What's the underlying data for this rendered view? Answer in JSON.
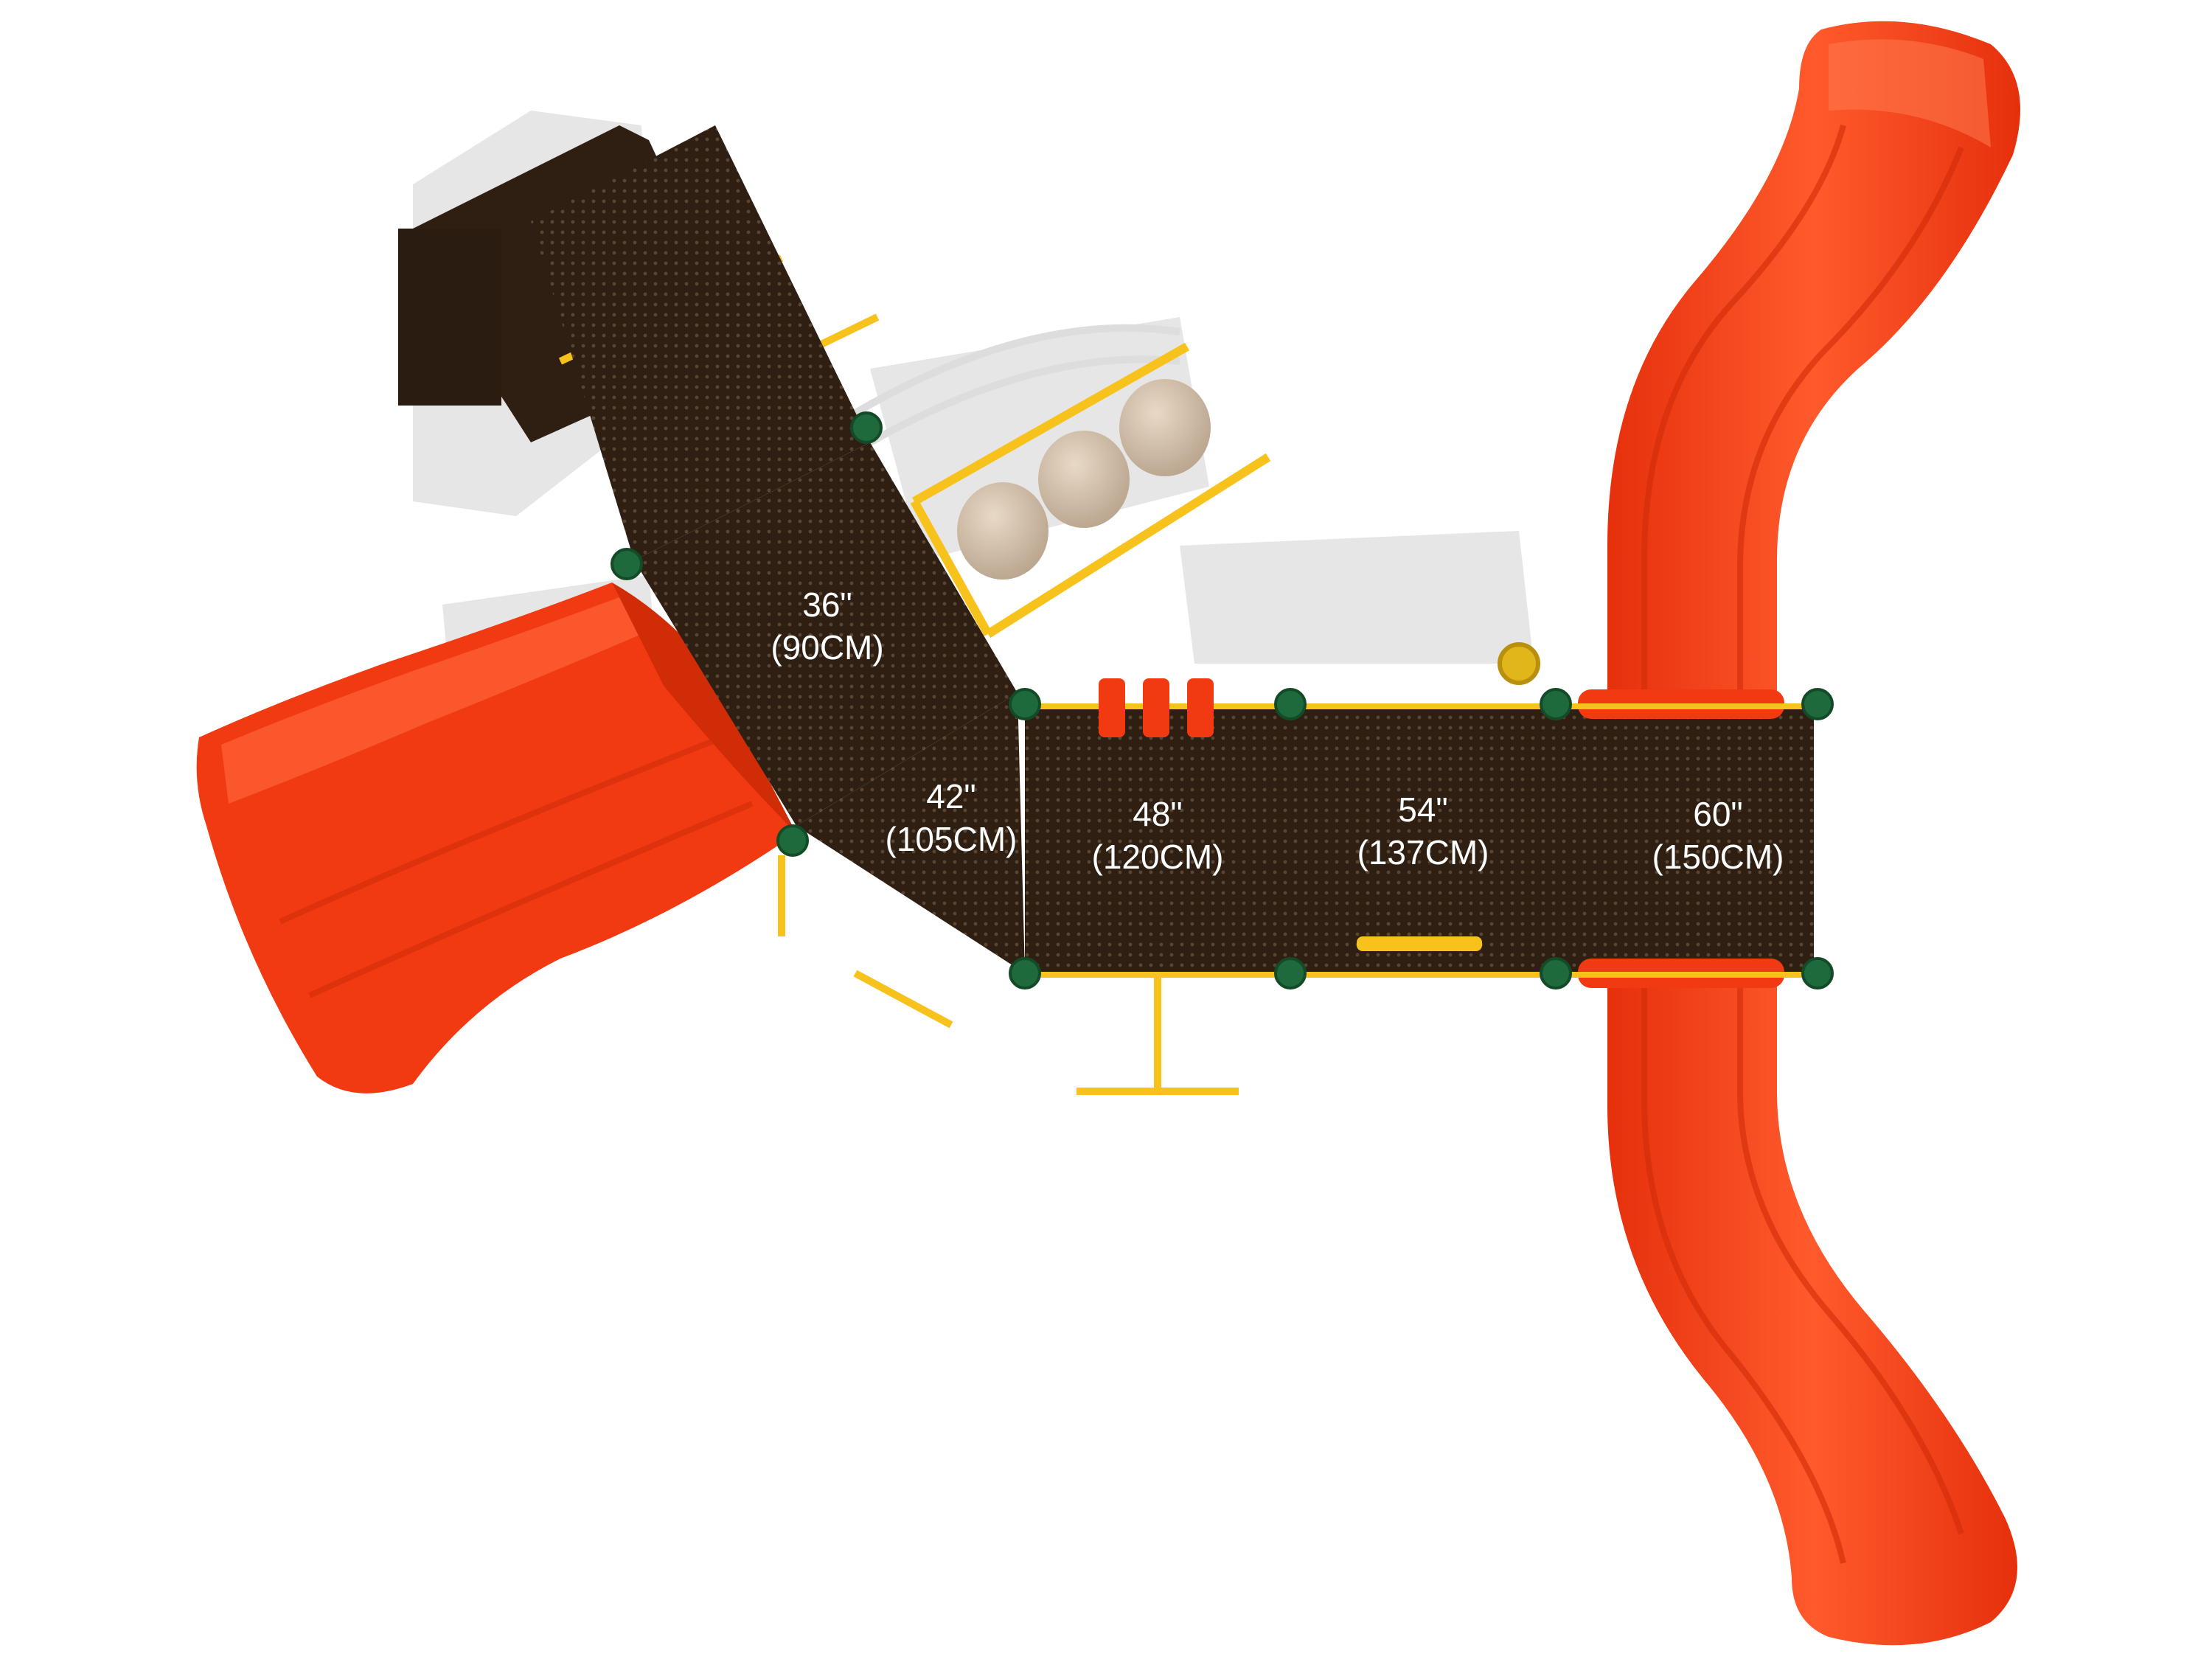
{
  "platforms": [
    {
      "height_in": "36\"",
      "height_cm": "(90CM)"
    },
    {
      "height_in": "42\"",
      "height_cm": "(105CM)"
    },
    {
      "height_in": "48\"",
      "height_cm": "(120CM)"
    },
    {
      "height_in": "54\"",
      "height_cm": "(137CM)"
    },
    {
      "height_in": "60\"",
      "height_cm": "(150CM)"
    }
  ],
  "colors": {
    "slide": "#f23a12",
    "slide_highlight": "#ff6a3e",
    "deck": "#2e1f12",
    "deck_dots": "#5a4532",
    "frame": "#f7c21b",
    "post_cap": "#1f6a3c",
    "stepping_pod": "#d6c3ad",
    "shadow": "#d9d9d9"
  },
  "icons": [
    "post-cap-icon",
    "steering-wheel-icon",
    "stepping-pod-icon"
  ]
}
